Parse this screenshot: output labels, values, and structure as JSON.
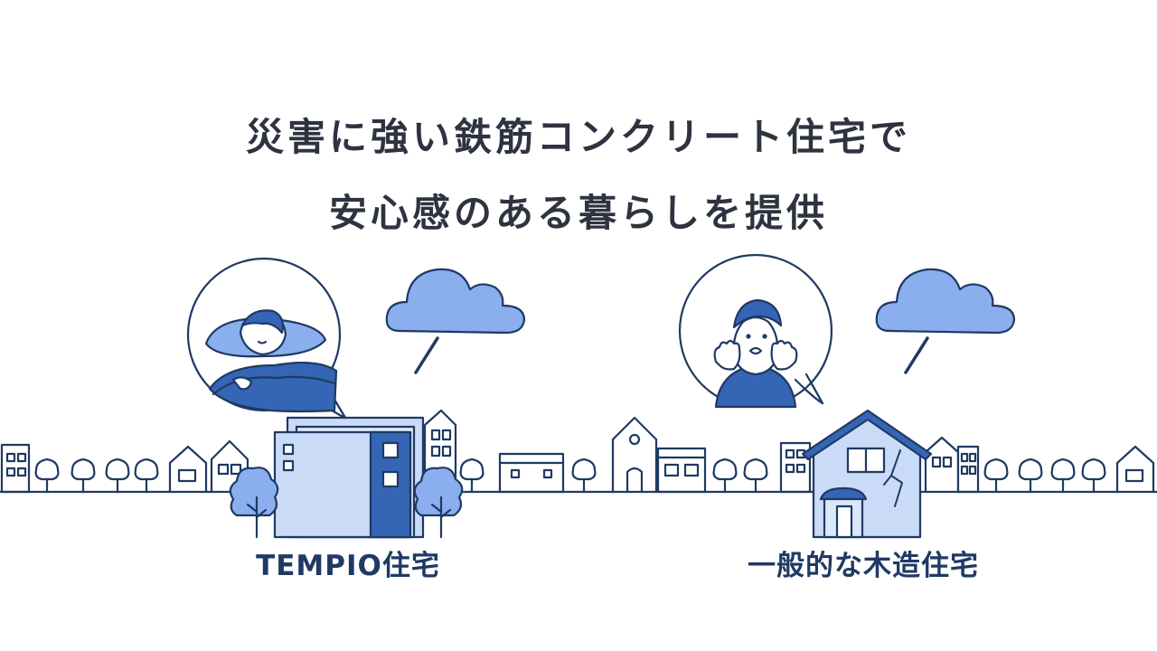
{
  "headline": {
    "line1": "災害に強い鉄筋コンクリート住宅で",
    "line2": "安心感のある暮らしを提供"
  },
  "captions": {
    "left": "TEMPIO住宅",
    "right": "一般的な木造住宅"
  },
  "colors": {
    "navy": "#1f3a63",
    "blue": "#3565b5",
    "cloud": "#8aaeee",
    "light": "#c9dbf7",
    "text": "#2e3340"
  }
}
